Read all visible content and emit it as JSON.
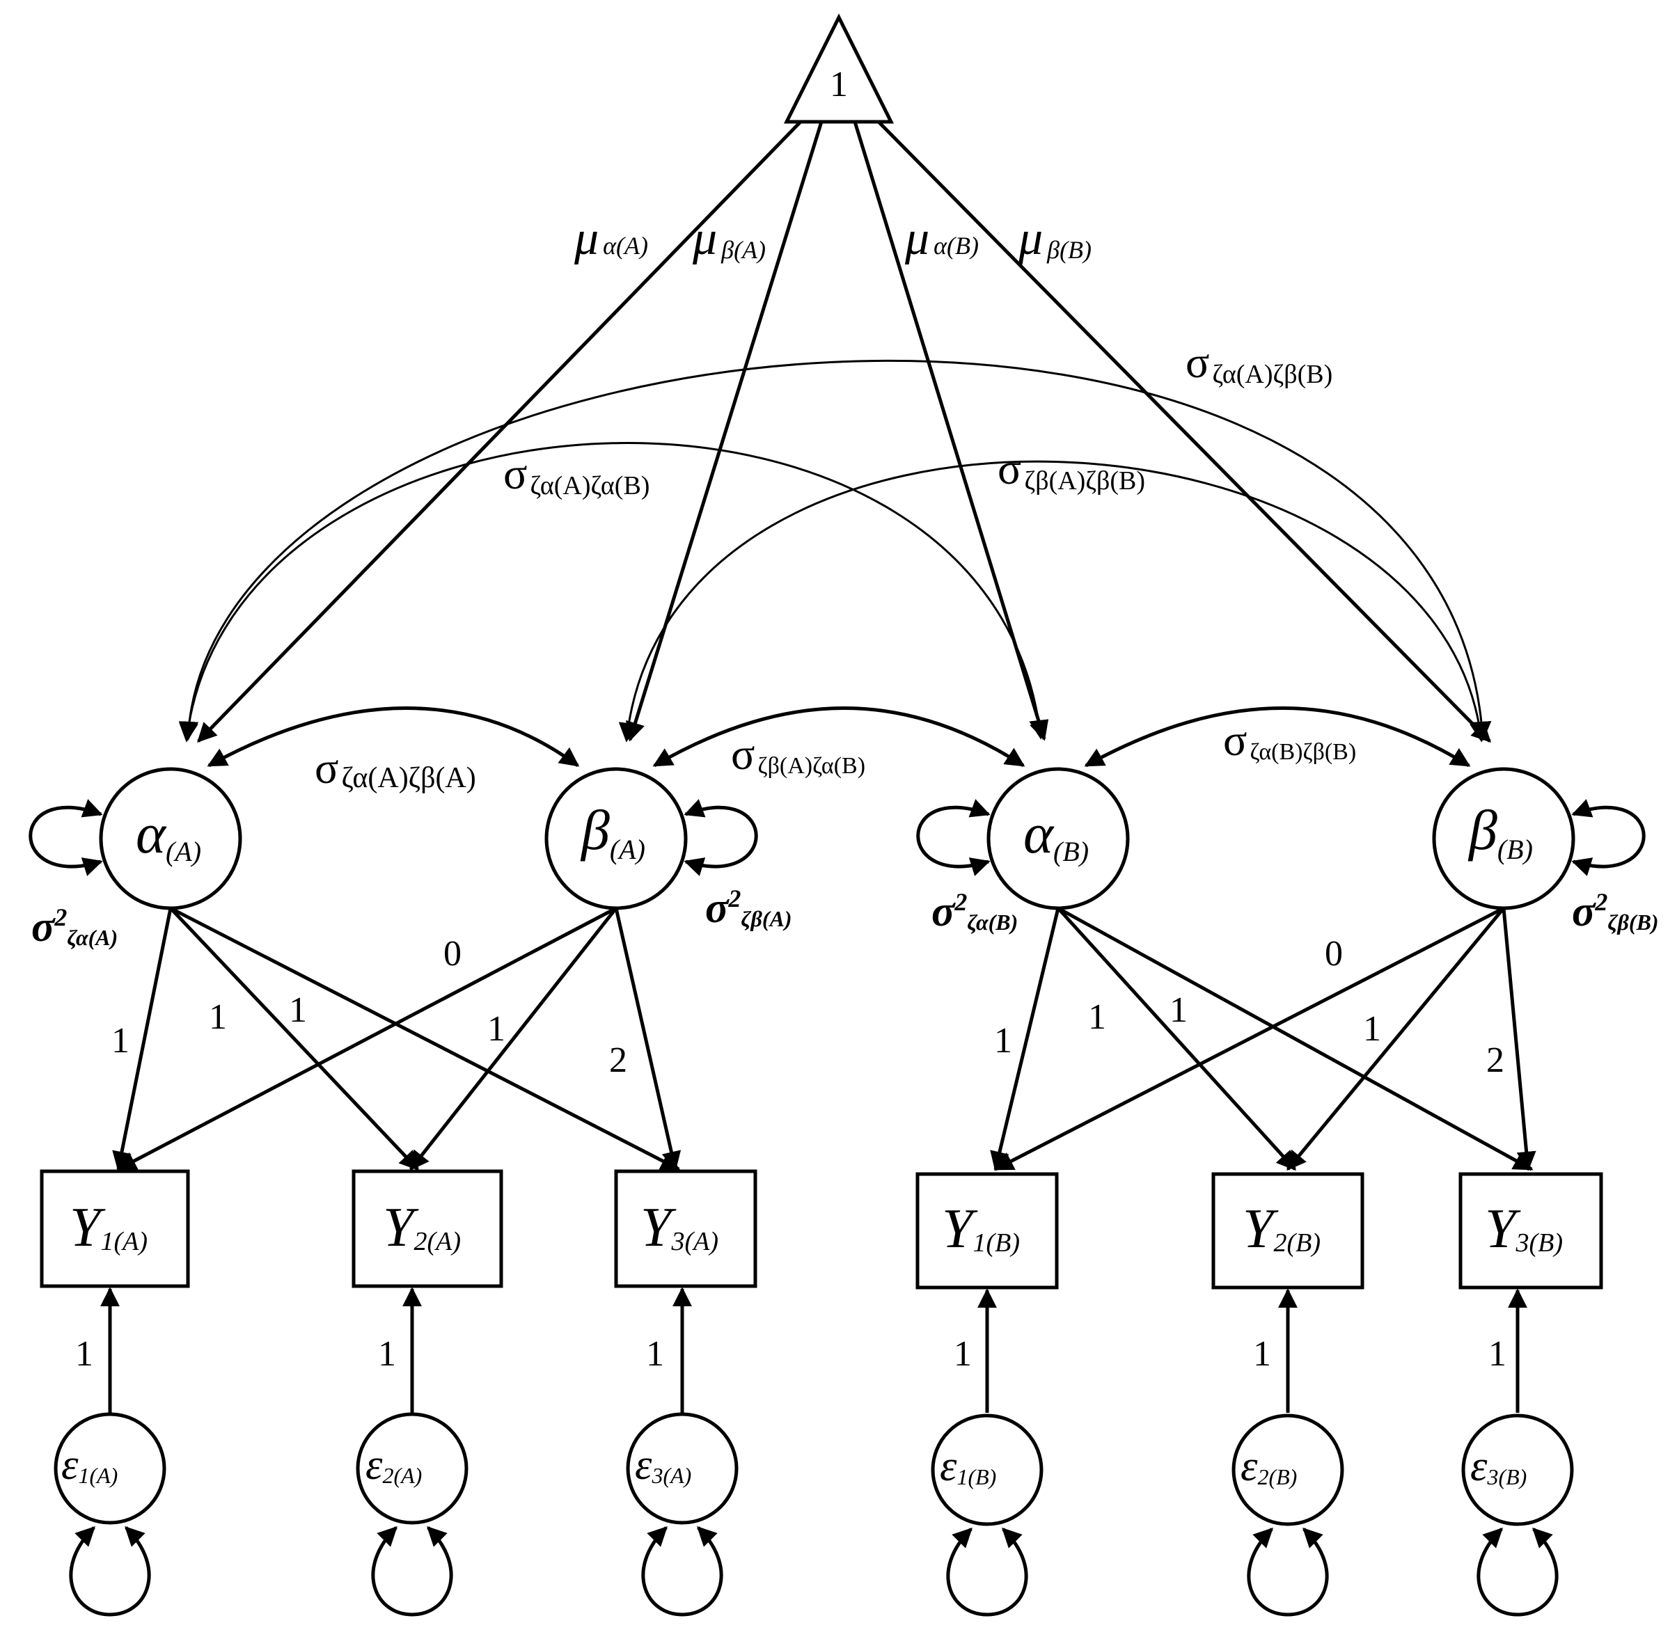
{
  "constant": {
    "label": "1"
  },
  "means": {
    "alpha_a": {
      "sym": "μ",
      "sub": "α(A)"
    },
    "beta_a": {
      "sym": "μ",
      "sub": "β(A)"
    },
    "alpha_b": {
      "sym": "μ",
      "sub": "α(B)"
    },
    "beta_b": {
      "sym": "μ",
      "sub": "β(B)"
    }
  },
  "covariances": {
    "aA_bB": {
      "sym": "σ",
      "sub": "ζα(A)ζβ(B)"
    },
    "aA_aB": {
      "sym": "σ",
      "sub": "ζα(A)ζα(B)"
    },
    "bA_bB": {
      "sym": "σ",
      "sub": "ζβ(A)ζβ(B)"
    },
    "aA_bA": {
      "sym": "σ",
      "sub": "ζα(A)ζβ(A)"
    },
    "bA_aB": {
      "sym": "σ",
      "sub": "ζβ(A)ζα(B)"
    },
    "aB_bB": {
      "sym": "σ",
      "sub": "ζα(B)ζβ(B)"
    }
  },
  "latents": {
    "alpha_a": {
      "sym": "α",
      "sub": "(A)"
    },
    "beta_a": {
      "sym": "β",
      "sub": "(A)"
    },
    "alpha_b": {
      "sym": "α",
      "sub": "(B)"
    },
    "beta_b": {
      "sym": "β",
      "sub": "(B)"
    }
  },
  "variances": {
    "alpha_a": {
      "sym": "σ",
      "sup": "2",
      "sub": "ζα(A)"
    },
    "beta_a": {
      "sym": "σ",
      "sup": "2",
      "sub": "ζβ(A)"
    },
    "alpha_b": {
      "sym": "σ",
      "sup": "2",
      "sub": "ζα(B)"
    },
    "beta_b": {
      "sym": "σ",
      "sup": "2",
      "sub": "ζβ(B)"
    }
  },
  "loadings": {
    "A": {
      "a_y1": "1",
      "a_y2": "1",
      "a_y3": "1",
      "b_y1": "0",
      "b_y2": "1",
      "b_y3": "2"
    },
    "B": {
      "a_y1": "1",
      "a_y2": "1",
      "a_y3": "1",
      "b_y1": "0",
      "b_y2": "1",
      "b_y3": "2"
    }
  },
  "observed": {
    "y1a": {
      "sym": "Y",
      "sub": "1(A)"
    },
    "y2a": {
      "sym": "Y",
      "sub": "2(A)"
    },
    "y3a": {
      "sym": "Y",
      "sub": "3(A)"
    },
    "y1b": {
      "sym": "Y",
      "sub": "1(B)"
    },
    "y2b": {
      "sym": "Y",
      "sub": "2(B)"
    },
    "y3b": {
      "sym": "Y",
      "sub": "3(B)"
    }
  },
  "errors": {
    "e1a": {
      "sym": "ε",
      "sub": "1(A)",
      "weight": "1"
    },
    "e2a": {
      "sym": "ε",
      "sub": "2(A)",
      "weight": "1"
    },
    "e3a": {
      "sym": "ε",
      "sub": "3(A)",
      "weight": "1"
    },
    "e1b": {
      "sym": "ε",
      "sub": "1(B)",
      "weight": "1"
    },
    "e2b": {
      "sym": "ε",
      "sub": "2(B)",
      "weight": "1"
    },
    "e3b": {
      "sym": "ε",
      "sub": "3(B)",
      "weight": "1"
    }
  }
}
